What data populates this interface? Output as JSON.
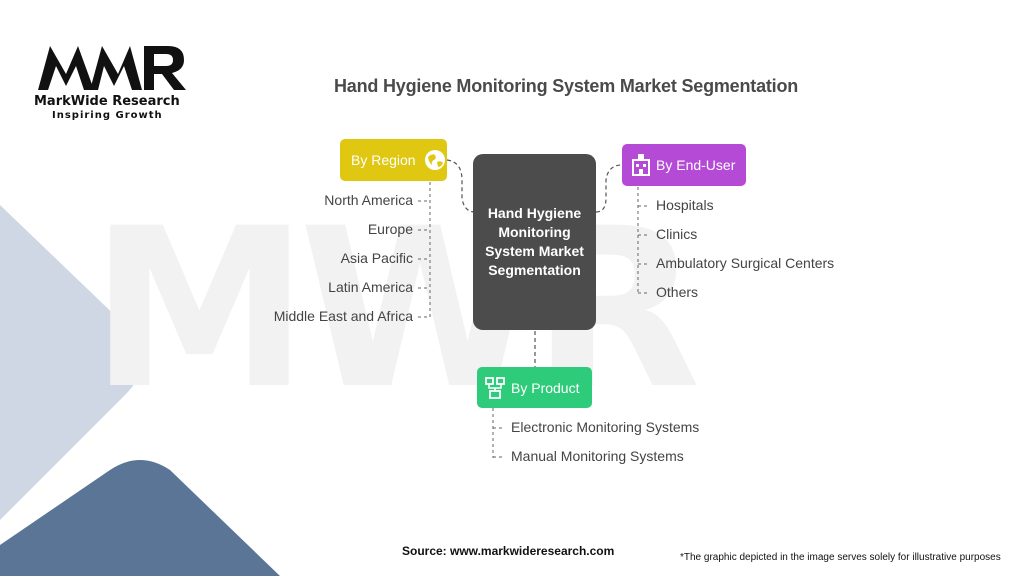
{
  "logo": {
    "mark": "MWR",
    "name": "MarkWide Research",
    "tagline": "Inspiring Growth"
  },
  "title": "Hand Hygiene Monitoring System Market Segmentation",
  "center": "Hand Hygiene Monitoring System Market Segmentation",
  "region": {
    "label": "By Region",
    "icon": "globe-icon",
    "color": "#dfc712",
    "items": [
      "North America",
      "Europe",
      "Asia Pacific",
      "Latin America",
      "Middle East and Africa"
    ]
  },
  "end_user": {
    "label": "By End-User",
    "icon": "hospital-icon",
    "color": "#b54ad6",
    "items": [
      "Hospitals",
      "Clinics",
      "Ambulatory Surgical Centers",
      "Others"
    ]
  },
  "product": {
    "label": "By Product",
    "icon": "network-icon",
    "color": "#2ecc7a",
    "items": [
      "Electronic Monitoring Systems",
      "Manual Monitoring Systems"
    ]
  },
  "source": "Source: www.markwideresearch.com",
  "disclaimer": "*The graphic depicted in the image serves solely for illustrative purposes"
}
